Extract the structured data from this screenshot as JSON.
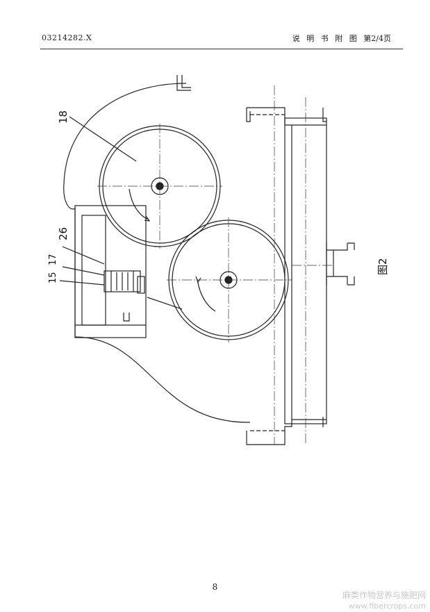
{
  "header": {
    "doc_number": "03214282.X",
    "section": "说 明 书 附 图",
    "page_info": "第2/4页"
  },
  "figure": {
    "caption": "图2",
    "labels": {
      "l18": "18",
      "l26": "26",
      "l17": "17",
      "l15": "15"
    }
  },
  "footer": {
    "page_number": "8"
  },
  "watermark": {
    "line1": "麻类作物营养与施肥网",
    "line2": "www.fibercrops.com"
  }
}
